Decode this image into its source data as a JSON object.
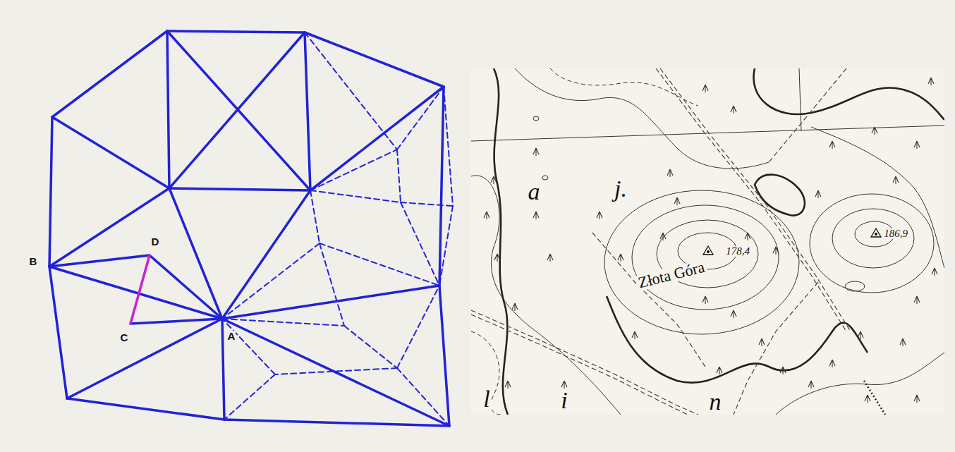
{
  "diagram": {
    "labels": [
      "B",
      "D",
      "C",
      "A",
      "a",
      "j.",
      "178,4",
      "Złota Góra",
      "186,9",
      "l",
      "i",
      "n"
    ]
  }
}
